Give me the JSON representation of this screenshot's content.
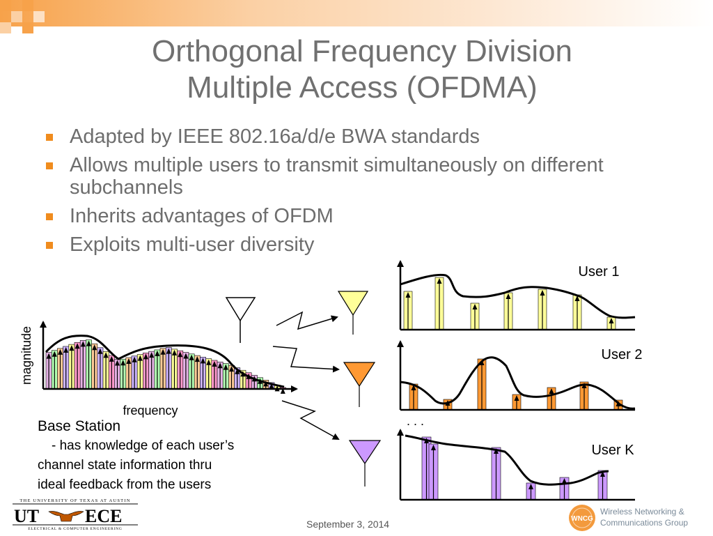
{
  "slide": {
    "title_line1": "Orthogonal Frequency Division",
    "title_line2": "Multiple Access (OFDMA)",
    "bullets": [
      "Adapted by IEEE 802.16a/d/e BWA standards",
      "Allows multiple users to transmit simultaneously on different subchannels",
      "Inherits advantages of OFDM",
      "Exploits multi-user diversity"
    ],
    "footer_date": "September 3, 2014"
  },
  "diagram": {
    "ylabel": "magnitude",
    "xlabel": "frequency",
    "users": [
      "User 1",
      "User 2",
      "User K"
    ],
    "ellipsis": ". . .",
    "base_station": {
      "title": "Base Station",
      "line1": "- has knowledge of each user’s",
      "line2": "channel state information thru",
      "line3": "ideal feedback from the users"
    },
    "colors": {
      "user1": "#ffff99",
      "user2": "#ff9933",
      "userk": "#cc99ff",
      "bullet": "#f08c1e",
      "title_gray": "#707070"
    }
  },
  "logos": {
    "ut_top": "THE UNIVERSITY OF TEXAS AT AUSTIN",
    "ut_main_left": "UT",
    "ut_main_right": "ECE",
    "ut_bottom": "ELECTRICAL & COMPUTER ENGINEERING",
    "wncg_badge": "WNCG",
    "wncg_line1": "Wireless Networking &",
    "wncg_line2": "Communications Group"
  }
}
